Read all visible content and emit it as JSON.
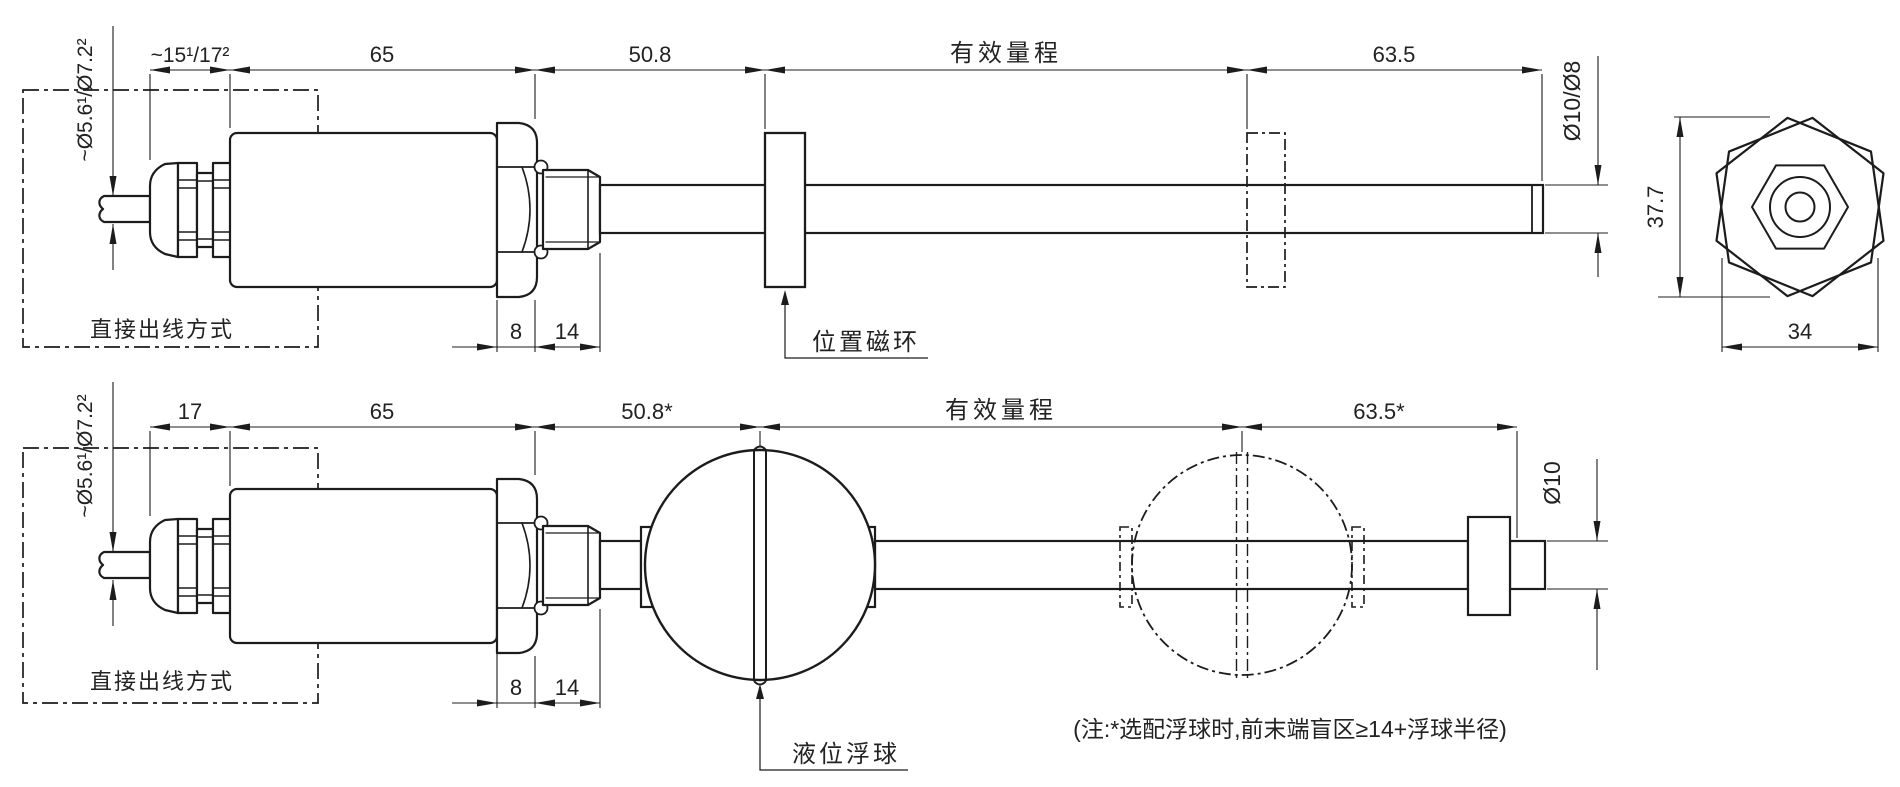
{
  "colors": {
    "line": "#1c1c1c",
    "text": "#222222",
    "background": "#ffffff"
  },
  "top_view": {
    "outlet_label": "直接出线方式",
    "ring_label": "位置磁环",
    "dims": {
      "cable_dia": "~Ø5.6¹/Ø7.2²",
      "gland_length": "~15¹/17²",
      "housing_length": "65",
      "front_blind": "50.8",
      "effective_range": "有效量程",
      "end_blind": "63.5",
      "rod_dia": "Ø10/Ø8",
      "hex_thickness": "8",
      "thread_length": "14"
    }
  },
  "end_view": {
    "across_corners": "37.7",
    "across_flats": "34"
  },
  "bottom_view": {
    "outlet_label": "直接出线方式",
    "float_label": "液位浮球",
    "note": "(注:*选配浮球时,前末端盲区≥14+浮球半径)",
    "dims": {
      "cable_dia": "~Ø5.6¹/Ø7.2²",
      "gland_length": "17",
      "housing_length": "65",
      "front_blind": "50.8*",
      "effective_range": "有效量程",
      "end_blind": "63.5*",
      "rod_dia": "Ø10",
      "hex_thickness": "8",
      "thread_length": "14"
    }
  }
}
